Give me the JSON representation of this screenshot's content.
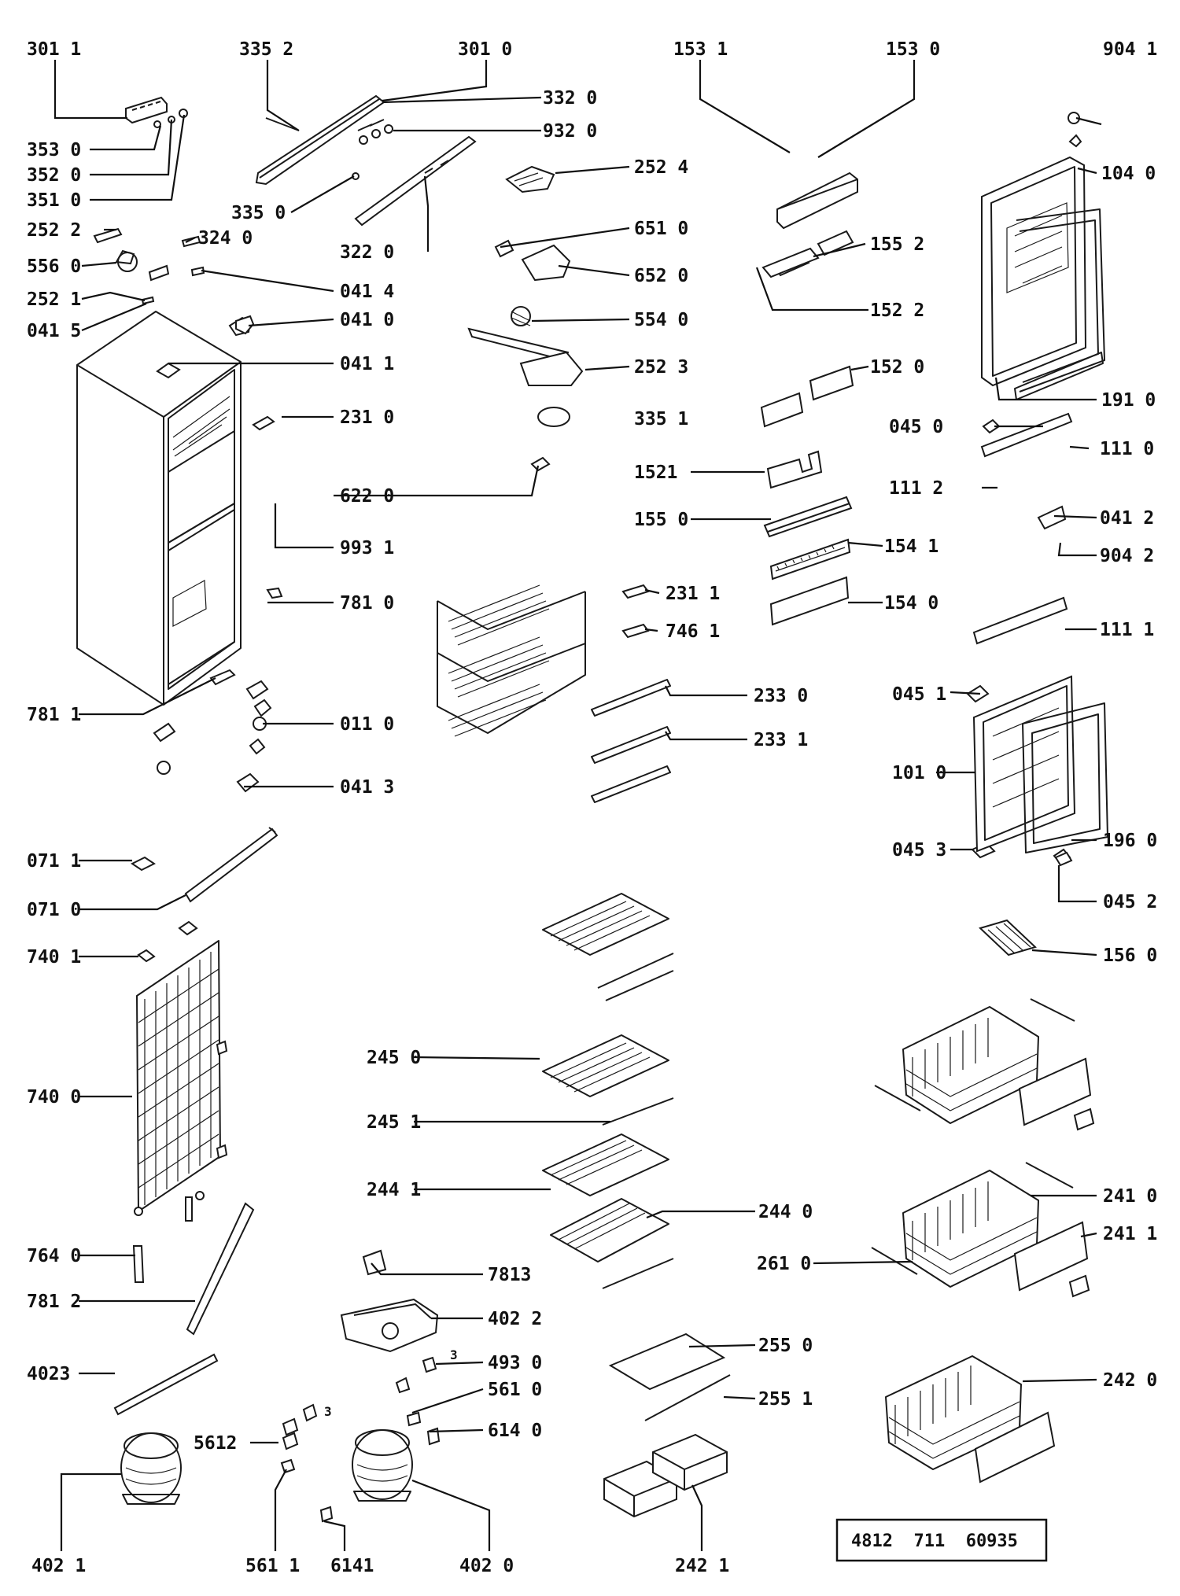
{
  "callouts": [
    {
      "id": "p3011",
      "text": "301 1"
    },
    {
      "id": "p3352",
      "text": "335 2"
    },
    {
      "id": "p3010",
      "text": "301 0"
    },
    {
      "id": "p1531",
      "text": "153 1"
    },
    {
      "id": "p1530",
      "text": "153 0"
    },
    {
      "id": "p9041",
      "text": "904 1"
    },
    {
      "id": "p3320",
      "text": "332 0"
    },
    {
      "id": "p9320",
      "text": "932 0"
    },
    {
      "id": "p3530",
      "text": "353 0"
    },
    {
      "id": "p3520",
      "text": "352 0"
    },
    {
      "id": "p3510",
      "text": "351 0"
    },
    {
      "id": "p2524",
      "text": "252 4"
    },
    {
      "id": "p1040",
      "text": "104 0"
    },
    {
      "id": "p3350",
      "text": "335 0"
    },
    {
      "id": "p2522",
      "text": "252 2"
    },
    {
      "id": "p3240",
      "text": "324 0"
    },
    {
      "id": "p6510",
      "text": "651 0"
    },
    {
      "id": "p1552",
      "text": "155 2"
    },
    {
      "id": "p3220",
      "text": "322 0"
    },
    {
      "id": "p5560",
      "text": "556 0"
    },
    {
      "id": "p6520",
      "text": "652 0"
    },
    {
      "id": "p2521",
      "text": "252 1"
    },
    {
      "id": "p0414",
      "text": "041 4"
    },
    {
      "id": "p1522",
      "text": "152 2"
    },
    {
      "id": "p0415",
      "text": "041 5"
    },
    {
      "id": "p0410",
      "text": "041 0"
    },
    {
      "id": "p5540",
      "text": "554 0"
    },
    {
      "id": "p0411",
      "text": "041 1"
    },
    {
      "id": "p2523",
      "text": "252 3"
    },
    {
      "id": "p1520",
      "text": "152 0"
    },
    {
      "id": "p1910",
      "text": "191 0"
    },
    {
      "id": "p2310",
      "text": "231 0"
    },
    {
      "id": "p3351",
      "text": "335 1"
    },
    {
      "id": "p0450",
      "text": "045 0"
    },
    {
      "id": "p1110",
      "text": "111 0"
    },
    {
      "id": "p1521",
      "text": "1521"
    },
    {
      "id": "p6220",
      "text": "622 0"
    },
    {
      "id": "p1112",
      "text": "111 2"
    },
    {
      "id": "p1550",
      "text": "155 0"
    },
    {
      "id": "p0412",
      "text": "041 2"
    },
    {
      "id": "p9931",
      "text": "993 1"
    },
    {
      "id": "p1541",
      "text": "154 1"
    },
    {
      "id": "p9042",
      "text": "904 2"
    },
    {
      "id": "p7810",
      "text": "781 0"
    },
    {
      "id": "p2311",
      "text": "231 1"
    },
    {
      "id": "p1540",
      "text": "154 0"
    },
    {
      "id": "p7461",
      "text": "746 1"
    },
    {
      "id": "p1111",
      "text": "111 1"
    },
    {
      "id": "p2330",
      "text": "233 0"
    },
    {
      "id": "p0451",
      "text": "045 1"
    },
    {
      "id": "p7811",
      "text": "781 1"
    },
    {
      "id": "p0110",
      "text": "011 0"
    },
    {
      "id": "p2331",
      "text": "233 1"
    },
    {
      "id": "p1010",
      "text": "101 0"
    },
    {
      "id": "p0413",
      "text": "041 3"
    },
    {
      "id": "p0711",
      "text": "071 1"
    },
    {
      "id": "p0453",
      "text": "045 3"
    },
    {
      "id": "p1960",
      "text": "196 0"
    },
    {
      "id": "p0710",
      "text": "071 0"
    },
    {
      "id": "p0452",
      "text": "045 2"
    },
    {
      "id": "p7401",
      "text": "740 1"
    },
    {
      "id": "p1560",
      "text": "156 0"
    },
    {
      "id": "p2450",
      "text": "245 0"
    },
    {
      "id": "p7400",
      "text": "740 0"
    },
    {
      "id": "p2451",
      "text": "245 1"
    },
    {
      "id": "p2441",
      "text": "244 1"
    },
    {
      "id": "p2440",
      "text": "244 0"
    },
    {
      "id": "p2410",
      "text": "241 0"
    },
    {
      "id": "p2411",
      "text": "241 1"
    },
    {
      "id": "p7640",
      "text": "764 0"
    },
    {
      "id": "p2610",
      "text": "261 0"
    },
    {
      "id": "p7813",
      "text": "7813"
    },
    {
      "id": "p7812",
      "text": "781 2"
    },
    {
      "id": "p4022",
      "text": "402 2"
    },
    {
      "id": "p2550",
      "text": "255 0"
    },
    {
      "id": "p4023",
      "text": "4023"
    },
    {
      "id": "p4930",
      "text": "493 0"
    },
    {
      "id": "p2420",
      "text": "242 0"
    },
    {
      "id": "p5610",
      "text": "561 0"
    },
    {
      "id": "p2551",
      "text": "255 1"
    },
    {
      "id": "p6140",
      "text": "614 0"
    },
    {
      "id": "p5612",
      "text": "5612"
    },
    {
      "id": "p4021",
      "text": "402 1"
    },
    {
      "id": "p5611",
      "text": "561 1"
    },
    {
      "id": "p6141",
      "text": "6141"
    },
    {
      "id": "p4020",
      "text": "402 0"
    },
    {
      "id": "p2421",
      "text": "242 1"
    }
  ],
  "small_marks": {
    "m493": "3",
    "m5612": "3"
  },
  "document_number": "4812  711  60935"
}
